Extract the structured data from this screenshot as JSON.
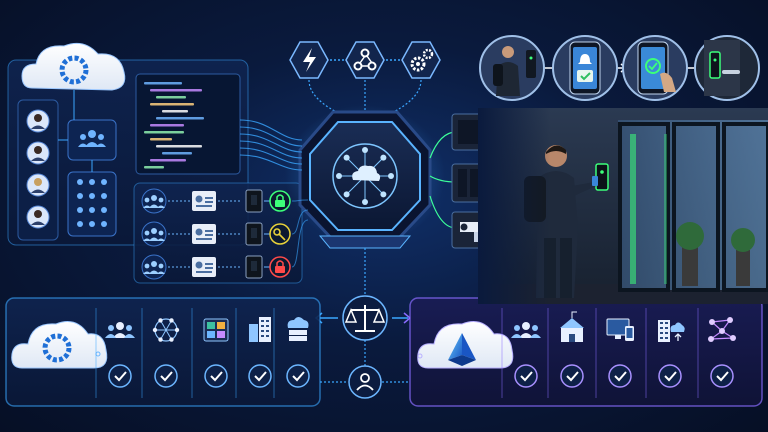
{
  "colors": {
    "background": "#07122b",
    "accent_blue": "#3aa6ff",
    "accent_purple": "#8a6cff",
    "success_green": "#3cff7a",
    "warning_yellow": "#e8d23a",
    "alert_red": "#ff4a4a",
    "cloud_brand": "#1f6fd6",
    "entra_brand": "#2f7de6"
  },
  "icons": {
    "top_flow": [
      "bolt-icon",
      "webhook-icon",
      "gears-icon"
    ],
    "central_hub": "cloud-network-icon",
    "center_links": [
      "scales-icon",
      "person-icon"
    ],
    "left_panel_items": [
      "users-icon",
      "org-chart-icon",
      "badge-icon",
      "door-reader-icon"
    ],
    "access_status": [
      "lock-green-icon",
      "key-yellow-icon",
      "lock-red-icon"
    ],
    "right_devices": [
      "controller-icon",
      "server-rack-icon",
      "camera-icon"
    ],
    "bottom_left_row": [
      "users-icon",
      "network-icon",
      "dashboard-icon",
      "buildings-icon",
      "cloud-server-icon"
    ],
    "bottom_right_row": [
      "users-icon",
      "school-icon",
      "devices-icon",
      "building-cloud-icon",
      "graph-icon"
    ],
    "check": "check-circle-icon"
  },
  "access_rows": [
    {
      "status": "granted"
    },
    {
      "status": "pending"
    },
    {
      "status": "denied"
    }
  ],
  "onboarding_steps": [
    "person-at-door",
    "phone-bell-check",
    "phone-tap-check",
    "door-unlocked"
  ]
}
